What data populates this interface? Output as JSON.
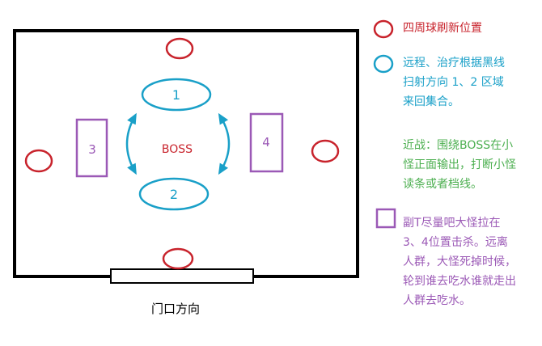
{
  "colors": {
    "red": "#c8232c",
    "cyan": "#1aa0c8",
    "green": "#4caf50",
    "purple": "#9b59b6",
    "border": "#000000"
  },
  "diagram": {
    "zone_1_label": "1",
    "zone_2_label": "2",
    "zone_3_label": "3",
    "zone_4_label": "4",
    "boss_label": "BOSS",
    "door_label": "门口方向"
  },
  "legend": {
    "red_circle_text": "四周球刷新位置",
    "ranged": [
      "远程、治疗根据黑线",
      "扫射方向 1、2 区域",
      "来回集合。"
    ],
    "melee": [
      "近战：围绕BOSS在小",
      "怪正面输出，打断小怪",
      "读条或者档线。"
    ],
    "offtank": [
      "副T尽量吧大怪拉在",
      "3、4位置击杀。远离",
      "人群，大怪死掉时候，",
      "轮到谁去吃水谁就走出",
      "人群去吃水。"
    ]
  }
}
